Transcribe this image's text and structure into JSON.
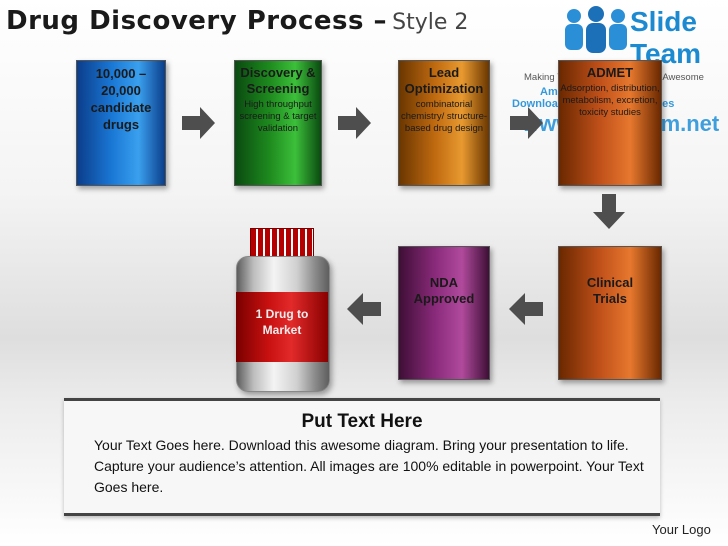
{
  "header": {
    "title": "Drug Discovery Process –",
    "subtitle": "Style 2"
  },
  "logo": {
    "brand_line1": "Slide",
    "brand_line2": "Team",
    "tagline": "Making Your Presentations Look Awesome",
    "watermark_line1": "Amaze your audience",
    "watermark_line2": "Download Unlimited Templates",
    "watermark_line3": "www.slideteam.net"
  },
  "steps": [
    {
      "title": "10,000 – 20,000 candidate drugs",
      "desc": "",
      "color": "#1a78d6"
    },
    {
      "title": "Discovery & Screening",
      "desc": "High throughput screening & target validation",
      "color": "#1e8a1e"
    },
    {
      "title": "Lead Optimization",
      "desc": "combinatorial chemistry/ structure-based drug design",
      "color": "#c06a10"
    },
    {
      "title": "ADMET",
      "desc": "Adsorption, distribution, metabolism, excretion, toxicity studies",
      "color": "#c0501a"
    },
    {
      "title": "Clinical Trials",
      "desc": "",
      "color": "#c0501a"
    },
    {
      "title": "NDA Approved",
      "desc": "",
      "color": "#8a2a7a"
    },
    {
      "title": "1 Drug to Market",
      "desc": "",
      "color": "#c81010"
    }
  ],
  "panel": {
    "heading": "Put Text Here",
    "body": "Your Text Goes here. Download this awesome diagram. Bring your presentation to life. Capture your audience’s attention. All images are 100% editable in powerpoint. Your Text Goes here."
  },
  "footer": {
    "logo_text": "Your Logo"
  }
}
